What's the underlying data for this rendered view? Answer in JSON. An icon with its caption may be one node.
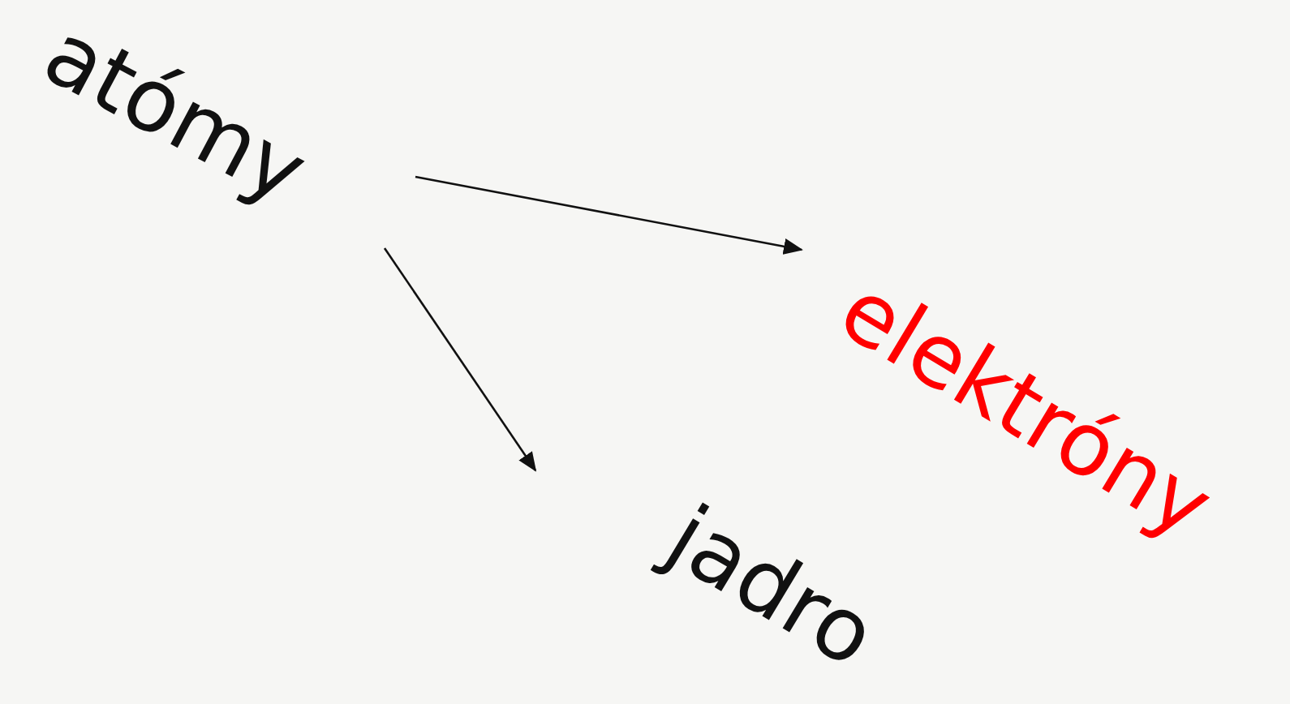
{
  "diagram": {
    "nodes": [
      {
        "text": [
          "atómy"
        ]
      },
      {
        "text": [
          "elektróny"
        ]
      },
      {
        "text": [
          "jadro"
        ]
      }
    ],
    "edges": [
      {
        "from": 0,
        "to": 1,
        "arrow": "to"
      },
      {
        "from": 0,
        "to": 2,
        "arrow": "to"
      }
    ]
  }
}
